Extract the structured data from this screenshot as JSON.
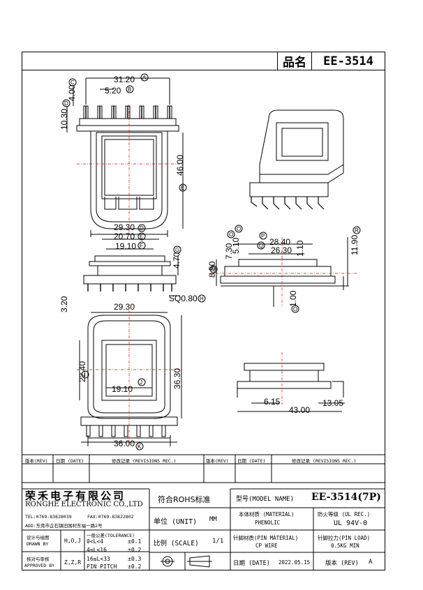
{
  "header": {
    "name_label": "品名",
    "part_number": "EE-3514"
  },
  "dimensions": {
    "d_top_width": "31.20",
    "d_pin_pitch": "5.20",
    "d_pin_len": "4.00",
    "d_overall_h": "10.30",
    "d_body_h": "46.00",
    "d_bottom_w": "29.30",
    "d_side_w1": "20.70",
    "d_side_w2": "19.10",
    "d_side_h": "4.70",
    "d_pin_sq": "SQ0.80",
    "d_pin_drop": "3.20",
    "d_top_w2": "29.30",
    "d_inner_h": "22.40",
    "d_inner_w": "19.10",
    "d_view_h": "36.30",
    "d_base_w": "36.00",
    "d_r_7_30": "7.30",
    "d_r_5_10": "5.10",
    "d_r_28_40": "28.40",
    "d_r_26_30": "26.30",
    "d_r_1_10": "1.10",
    "d_r_11_90": "11.90",
    "d_r_8_50": "8.50",
    "d_r_1_00": "1.00",
    "d_r_6_15": "6.15",
    "d_r_43_00": "43.00",
    "d_r_13_05": "13.05"
  },
  "markers": {
    "A": "A",
    "B": "B",
    "C": "C",
    "D": "D",
    "E": "E",
    "F": "F",
    "G": "G",
    "H": "H",
    "I": "I",
    "J": "J",
    "K": "K",
    "M": "M",
    "O": "O",
    "P": "P",
    "Q": "Q",
    "R": "R"
  },
  "revisions": {
    "col_rev": "版本(REV)",
    "col_date": "日期 (DATE)",
    "col_record": "修改记录 (REVISIONS REC.)"
  },
  "title_block": {
    "company_cn": "荣禾电子有限公司",
    "company_en": "RONGHE ELECTRONIC CO.,LTD",
    "tel": "TEL:0769-83828039",
    "fax": "FAX:0769-83822802",
    "addr": "ADD:东莞市企石镇旧围村东福一路2号",
    "rohs": "符合ROHS标准",
    "model_label": "型号(MODEL NAME)",
    "model_value": "EE-3514(7P)",
    "unit_label": "单位 (UNIT)",
    "unit_value": "MM",
    "material_label": "本体材质 (MATERIAL)",
    "material_value": "PHENOLIC",
    "flame_label": "防火等级 (UL REC.)",
    "flame_value": "UL 94V-0",
    "drawn_label_cn": "设计与绘图",
    "drawn_label_en": "DRAWN BY",
    "drawn_value": "H,O,J",
    "tol_title": "一般公差(TOLERANCE)",
    "tol_1": "0<L<4",
    "tol_1v": "±0.1",
    "tol_2": "4≤L<16",
    "tol_2v": "±0.2",
    "tol_3": "16≤L<33",
    "tol_3v": "±0.3",
    "tol_4": "PIN PITCH",
    "tol_4v": "±0.2",
    "scale_label": "比例 (SCALE)",
    "scale_value": "1/1",
    "pin_mat_label": "针脚材质(PIN MATERIAL)",
    "pin_mat_value": "CP WIRE",
    "pin_load_label": "针脚拉力(PIN LOAD)",
    "pin_load_value": "0.5KG MIN",
    "approved_label_cn": "核对与审核",
    "approved_label_en": "APPROVED BY",
    "approved_value": "Z,Z,R",
    "date_label": "日期 (DATE)",
    "date_value": "2022.05.15",
    "rev_label": "版本 (REV)",
    "rev_value": "A"
  }
}
